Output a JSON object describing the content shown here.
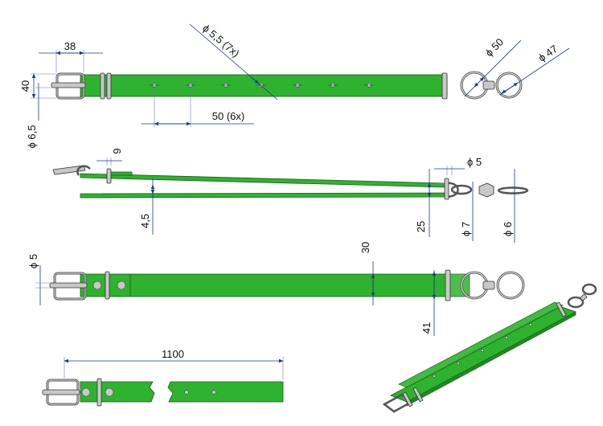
{
  "dimensions": {
    "buckle_width": "38",
    "buckle_height": "40",
    "pin_diameter": "ϕ 6,5",
    "hole_diameter": "ϕ 5,5 (7x)",
    "hole_pitch": "50 (6x)",
    "ring_large": "ϕ 50",
    "ring_small": "ϕ 47",
    "keeper_gap": "9",
    "strap_thickness": "4,5",
    "eye_diameter": "ϕ 5",
    "loop_height": "25",
    "shaft_diameter": "ϕ 7",
    "end_diameter": "ϕ 6",
    "rivet_diameter": "ϕ 5",
    "strap_width": "30",
    "loop_width": "41",
    "overall_length": "1100"
  },
  "colors": {
    "strap": "#2fb22f",
    "dimension_lines": "#1a3a8a",
    "metal": "#c8c8c8"
  }
}
